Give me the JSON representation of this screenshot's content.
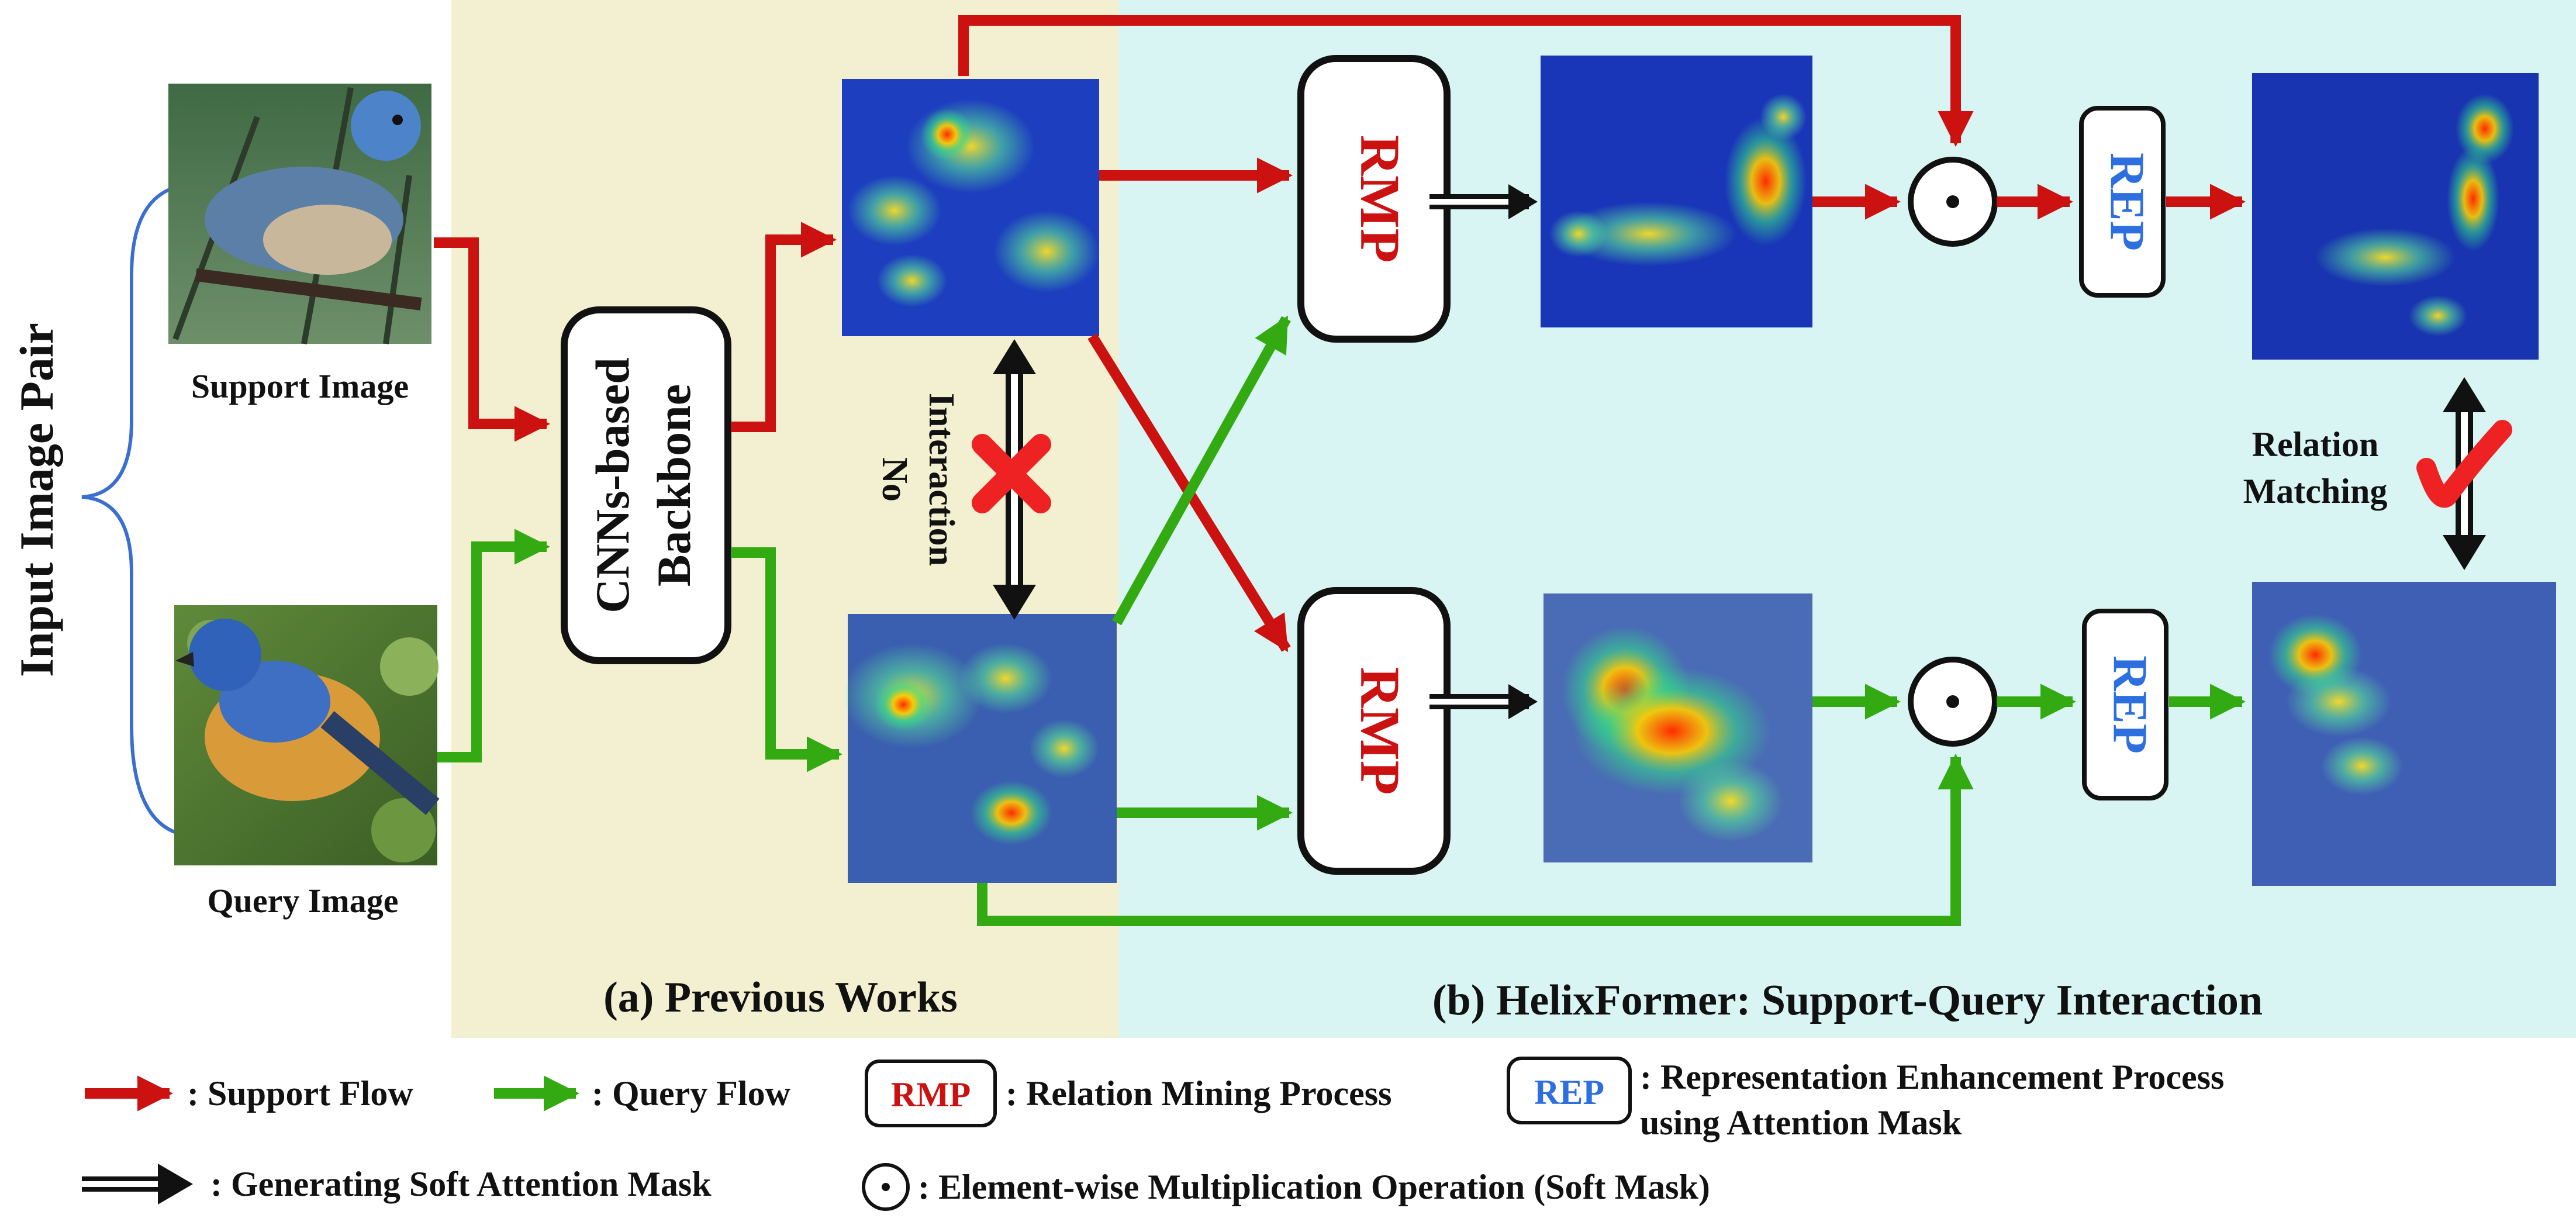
{
  "input_pair_label": "Input Image Pair",
  "support_image_label": "Support Image",
  "query_image_label": "Query Image",
  "backbone_line1": "CNNs-based",
  "backbone_line2": "Backbone",
  "no_interaction_line1": "No",
  "no_interaction_line2": "Interaction",
  "rmp_label": "RMP",
  "rep_label": "REP",
  "multiply_symbol": "⊙",
  "relation_line1": "Relation",
  "relation_line2": "Matching",
  "section_a_label": "(a) Previous Works",
  "section_b_label": "(b) HelixFormer: Support-Query Interaction",
  "legend": {
    "support_flow": ": Support Flow",
    "query_flow": ": Query Flow",
    "rmp_badge": "RMP",
    "rmp_desc": ": Relation Mining Process",
    "rep_badge": "REP",
    "rep_desc_line1": ": Representation Enhancement Process",
    "rep_desc_line2": "using Attention Mask",
    "soft_mask": ": Generating Soft Attention Mask",
    "elementwise": ": Element-wise Multiplication Operation (Soft Mask)"
  },
  "colors": {
    "support": "#cc1111",
    "query": "#33aa11",
    "rep_text": "#2e6fe0",
    "rmp_text": "#cc1111",
    "panel_a": "#f3f0d2",
    "panel_b": "#d9f5f3",
    "cross": "#ee2222"
  }
}
